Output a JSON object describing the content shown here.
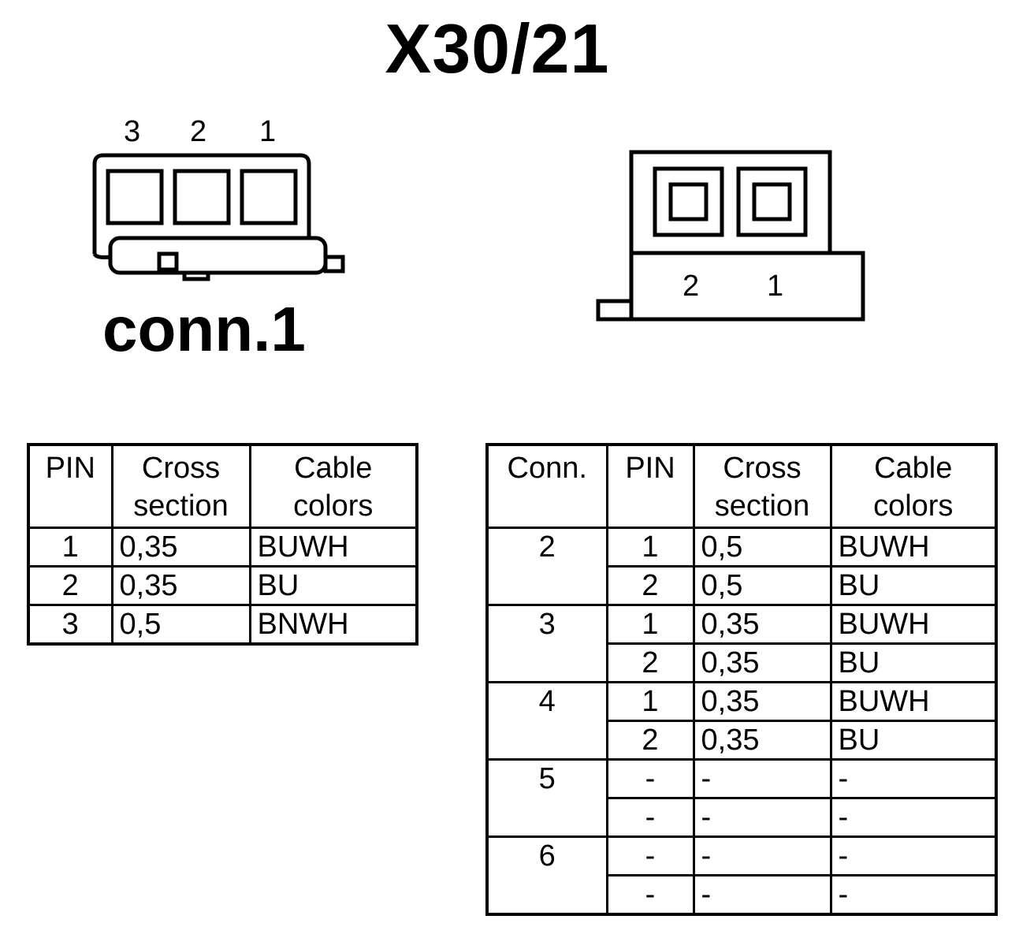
{
  "title": "X30/21",
  "connector1": {
    "pin_labels": [
      "3",
      "2",
      "1"
    ],
    "name": "conn.1"
  },
  "connector2": {
    "pin_labels": [
      "2",
      "1"
    ]
  },
  "table1": {
    "headers": [
      "PIN",
      "Cross section",
      "Cable colors"
    ],
    "header_lines": [
      [
        "PIN"
      ],
      [
        "Cross",
        "section"
      ],
      [
        "Cable",
        "colors"
      ]
    ],
    "rows": [
      {
        "pin": "1",
        "cross_section": "0,35",
        "color": "BUWH"
      },
      {
        "pin": "2",
        "cross_section": "0,35",
        "color": "BU"
      },
      {
        "pin": "3",
        "cross_section": "0,5",
        "color": "BNWH"
      }
    ]
  },
  "table2": {
    "header_lines": [
      [
        "Conn."
      ],
      [
        "PIN"
      ],
      [
        "Cross",
        "section"
      ],
      [
        "Cable",
        "colors"
      ]
    ],
    "groups": [
      {
        "conn": "2",
        "rows": [
          {
            "pin": "1",
            "cross_section": "0,5",
            "color": "BUWH"
          },
          {
            "pin": "2",
            "cross_section": "0,5",
            "color": "BU"
          }
        ]
      },
      {
        "conn": "3",
        "rows": [
          {
            "pin": "1",
            "cross_section": "0,35",
            "color": "BUWH"
          },
          {
            "pin": "2",
            "cross_section": "0,35",
            "color": "BU"
          }
        ]
      },
      {
        "conn": "4",
        "rows": [
          {
            "pin": "1",
            "cross_section": "0,35",
            "color": "BUWH"
          },
          {
            "pin": "2",
            "cross_section": "0,35",
            "color": "BU"
          }
        ]
      },
      {
        "conn": "5",
        "rows": [
          {
            "pin": "-",
            "cross_section": "-",
            "color": "-"
          },
          {
            "pin": "-",
            "cross_section": "-",
            "color": "-"
          }
        ]
      },
      {
        "conn": "6",
        "rows": [
          {
            "pin": "-",
            "cross_section": "-",
            "color": "-"
          },
          {
            "pin": "-",
            "cross_section": "-",
            "color": "-"
          }
        ]
      }
    ]
  }
}
